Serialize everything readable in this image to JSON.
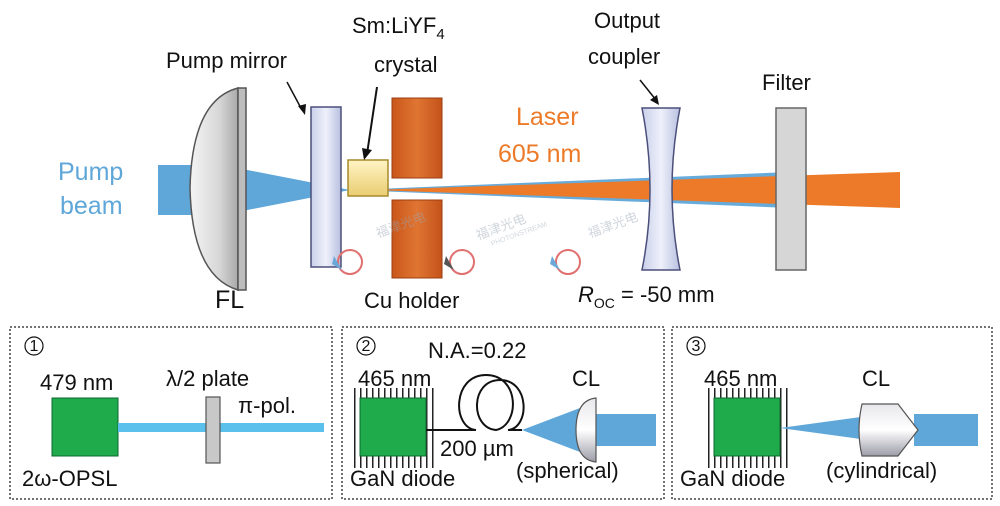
{
  "main": {
    "pump_label_line1": "Pump",
    "pump_label_line2": "beam",
    "fl_label": "FL",
    "pump_mirror_label": "Pump mirror",
    "crystal_label_line1": "Sm:LiYF",
    "crystal_label_sub": "4",
    "crystal_label_line2": "crystal",
    "laser_label_line1": "Laser",
    "laser_label_line2": "605 nm",
    "output_label_line1": "Output",
    "output_label_line2": "coupler",
    "filter_label": "Filter",
    "cu_holder_label": "Cu holder",
    "roc_R": "R",
    "roc_sub": "OC",
    "roc_value": " = -50 mm"
  },
  "panel1": {
    "number": "1",
    "wavelength": "479 nm",
    "waveplate": "λ/2 plate",
    "polarization": "π-pol.",
    "source": "2ω-OPSL"
  },
  "panel2": {
    "number": "2",
    "wavelength": "465 nm",
    "na": "N.A.=0.22",
    "lens": "CL",
    "fiber": "200 µm",
    "diode": "GaN diode",
    "lens_type": "(spherical)"
  },
  "panel3": {
    "number": "3",
    "wavelength": "465 nm",
    "lens": "CL",
    "diode": "GaN diode",
    "lens_type": "(cylindrical)"
  },
  "watermark": {
    "cn": "福津光电",
    "en": "PHOTONSTREAM"
  },
  "colors": {
    "pump_blue": "#5fa7d9",
    "laser_orange": "#ec7a28",
    "diode_green": "#1faa4c",
    "copper": "#d4621a"
  }
}
